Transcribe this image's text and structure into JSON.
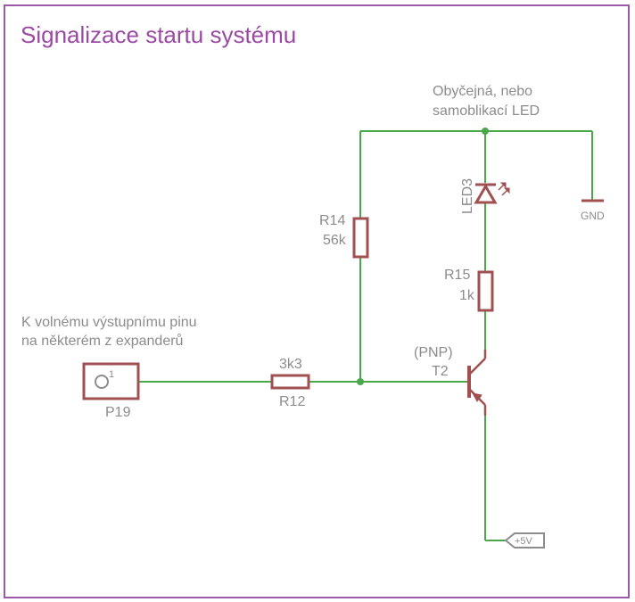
{
  "title": "Signalizace startu systému",
  "notes": {
    "led_note_line1": "Obyčejná, nebo",
    "led_note_line2": "samoblikací LED",
    "input_note_line1": "K volnému výstupnímu pinu",
    "input_note_line2": "na některém z expanderů"
  },
  "components": {
    "r14": {
      "name": "R14",
      "value": "56k"
    },
    "r15": {
      "name": "R15",
      "value": "1k"
    },
    "r12": {
      "name": "R12",
      "value": "3k3"
    },
    "led3": {
      "name": "LED3"
    },
    "t2": {
      "name": "T2",
      "type": "(PNP)"
    },
    "p19": {
      "name": "P19",
      "pin": "1"
    }
  },
  "supplies": {
    "gnd": "GND",
    "vcc": "+5V"
  },
  "colors": {
    "border": "#9b5aa8",
    "title": "#9b4aa3",
    "wire": "#4aa84a",
    "component": "#a05050",
    "label": "#8c8c8c"
  }
}
